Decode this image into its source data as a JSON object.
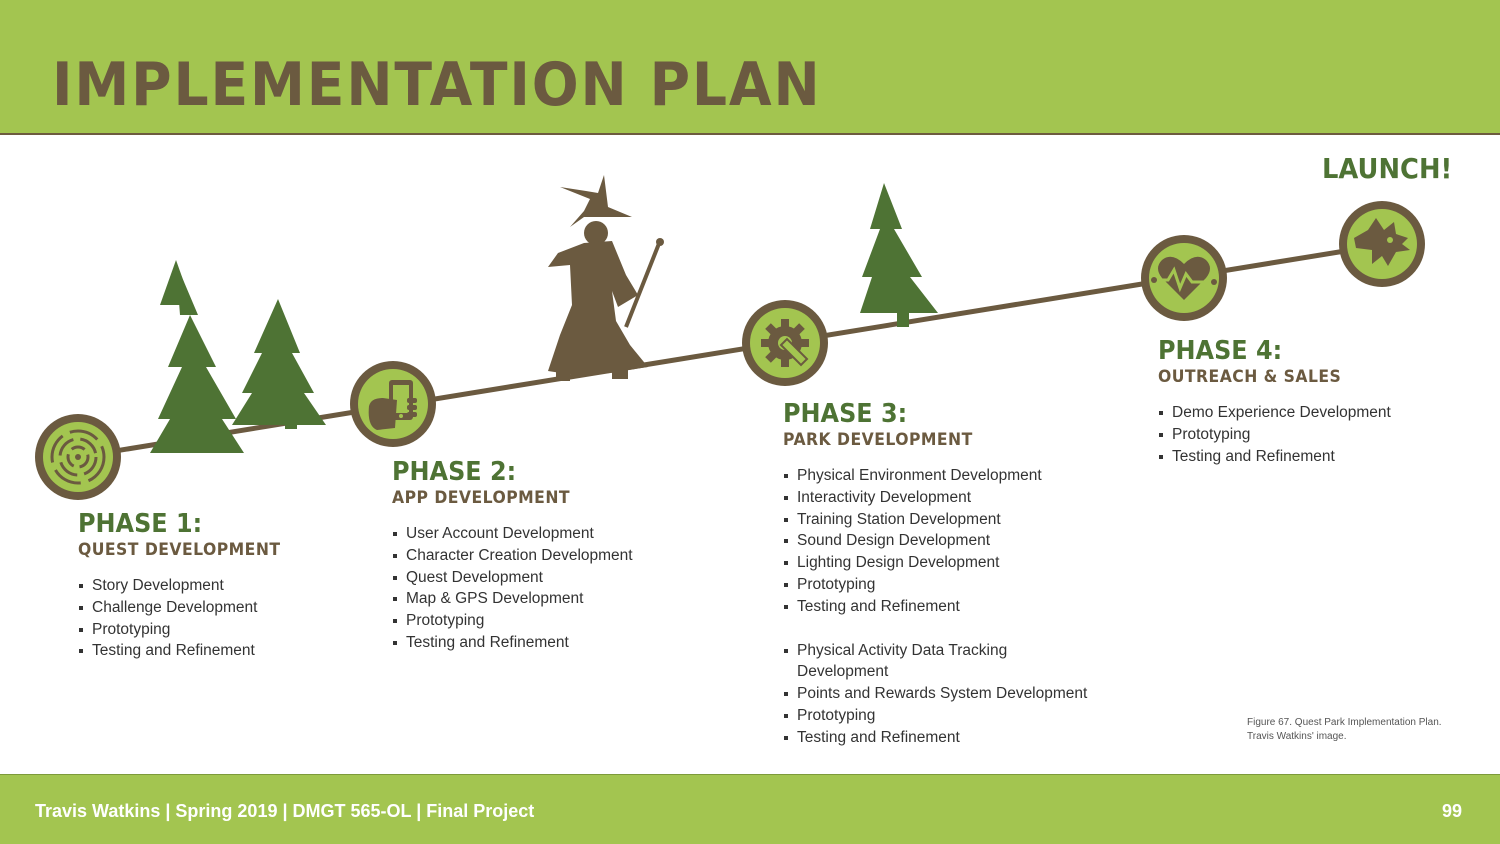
{
  "header": {
    "title": "IMPLEMENTATION PLAN"
  },
  "phases": [
    {
      "title": "PHASE 1:",
      "subtitle": "QUEST DEVELOPMENT",
      "icon": "maze-icon",
      "items": [
        "Story Development",
        "Challenge Development",
        "Prototyping",
        "Testing and Refinement"
      ]
    },
    {
      "title": "PHASE 2:",
      "subtitle": "APP DEVELOPMENT",
      "icon": "phone-hand-icon",
      "items": [
        "User Account Development",
        "Character Creation Development",
        "Quest Development",
        "Map & GPS Development",
        "Prototyping",
        "Testing and Refinement"
      ]
    },
    {
      "title": "PHASE 3:",
      "subtitle": "PARK DEVELOPMENT",
      "icon": "gear-wrench-icon",
      "items": [
        "Physical Environment Development",
        "Interactivity Development",
        "Training Station Development",
        "Sound Design Development",
        "Lighting Design Development",
        "Prototyping",
        "Testing and Refinement"
      ],
      "items2": [
        "Physical Activity Data Tracking",
        "Development",
        "Points and Rewards System Development",
        "Prototyping",
        "Testing and Refinement"
      ]
    },
    {
      "title": "PHASE 4:",
      "subtitle": "OUTREACH & SALES",
      "icon": "heart-circuit-icon",
      "items": [
        "Demo Experience Development",
        "Prototyping",
        "Testing and Refinement"
      ]
    }
  ],
  "launch": {
    "label": "LAUNCH!",
    "icon": "dragon-icon"
  },
  "caption": {
    "line1": "Figure 67. Quest Park Implementation Plan.",
    "line2": "Travis Watkins' image."
  },
  "footer": {
    "text": "Travis Watkins | Spring 2019 | DMGT 565-OL | Final Project",
    "page": "99"
  },
  "colors": {
    "green": "#a3c550",
    "dark_green": "#4e7334",
    "brown": "#6b5a40",
    "text": "#333333"
  }
}
